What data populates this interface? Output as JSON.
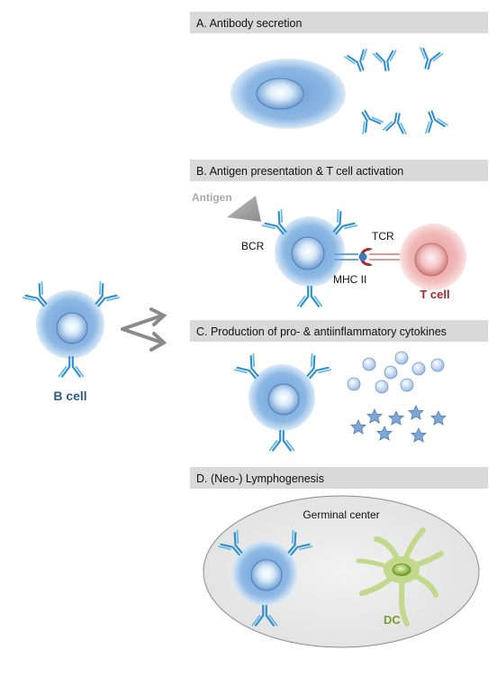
{
  "panels": {
    "a_title": "A. Antibody secretion",
    "b_title": "B. Antigen presentation & T cell activation",
    "c_title": "C. Production of pro- & antiinflammatory cytokines",
    "d_title": "D. (Neo-) Lymphogenesis"
  },
  "labels": {
    "b_cell": "B cell",
    "antigen": "Antigen",
    "bcr": "BCR",
    "tcr": "TCR",
    "mhc2": "MHC II",
    "t_cell": "T cell",
    "germinal_center": "Germinal center",
    "dc": "DC"
  },
  "colors": {
    "header_bg": "#d9d9d9",
    "b_cell_text": "#2e5d8a",
    "t_cell_text": "#a32a2a",
    "dc_text": "#7a9a2e",
    "antigen_text": "#a8a8a8",
    "antibody": "#2f8fd0",
    "cytokine": "#7ea7d8",
    "dc_body": "#c2d88a",
    "germinal_bg": "#e6e6e6"
  },
  "icons": [
    "antibody-icon",
    "b-cell-icon",
    "plasma-cell-icon",
    "t-cell-icon",
    "antigen-triangle-icon",
    "cytokine-sphere-icon",
    "cytokine-star-icon",
    "dendritic-cell-icon",
    "double-arrow-icon"
  ]
}
